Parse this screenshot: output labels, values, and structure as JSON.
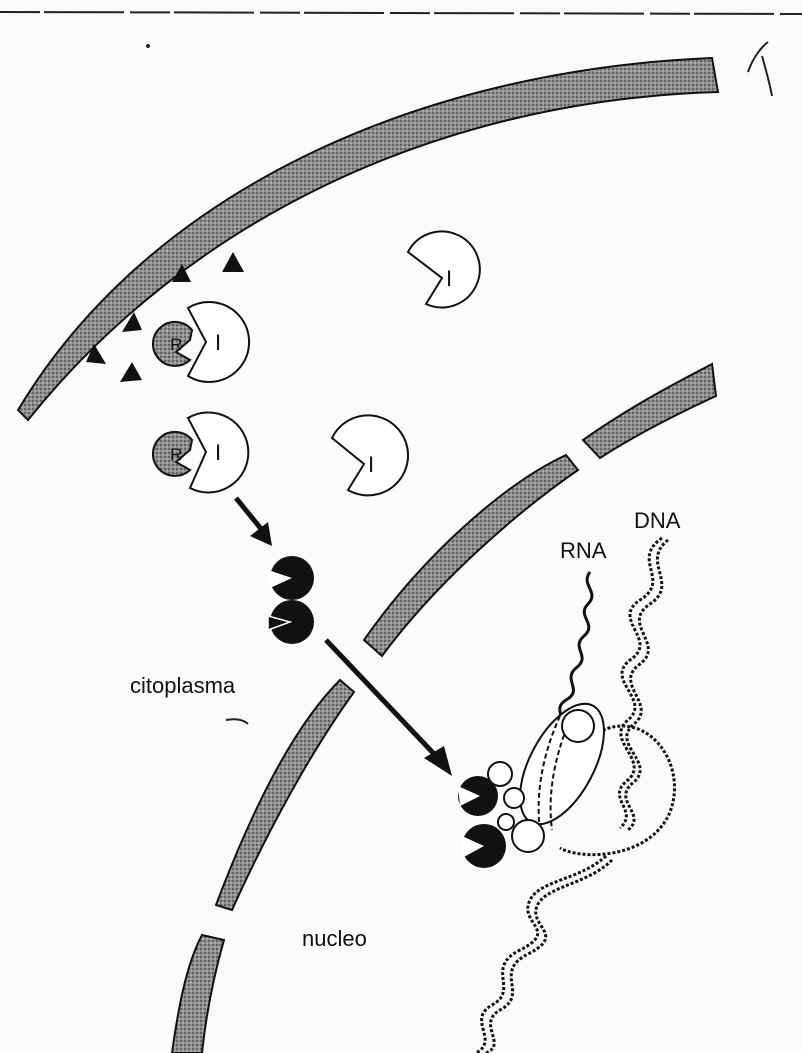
{
  "labels": {
    "cytoplasm": "citoplasma",
    "nucleus": "nucleo",
    "rna": "RNA",
    "dna": "DNA",
    "receptor": "R",
    "inhibitor": "I"
  },
  "colors": {
    "membrane_fill": "#9a9a9a",
    "ink": "#111111",
    "paper": "#fbfbfa"
  }
}
